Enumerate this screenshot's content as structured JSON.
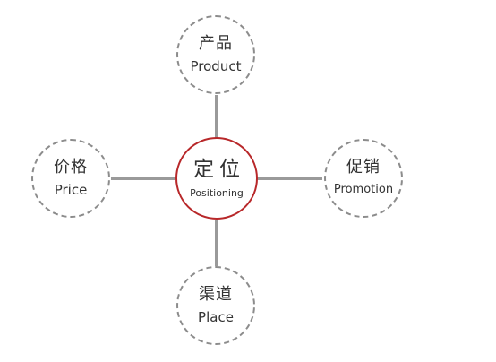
{
  "diagram": {
    "center": {
      "zh": "定位",
      "en": "Positioning"
    },
    "top": {
      "zh": "产品",
      "en": "Product"
    },
    "left": {
      "zh": "价格",
      "en": "Price"
    },
    "right": {
      "zh": "促销",
      "en": "Promotion"
    },
    "bottom": {
      "zh": "渠道",
      "en": "Place"
    }
  },
  "colors": {
    "center_border": "#b8282a",
    "outer_border": "#8c8c8c",
    "connector": "#9a9a9a",
    "text": "#333333"
  }
}
